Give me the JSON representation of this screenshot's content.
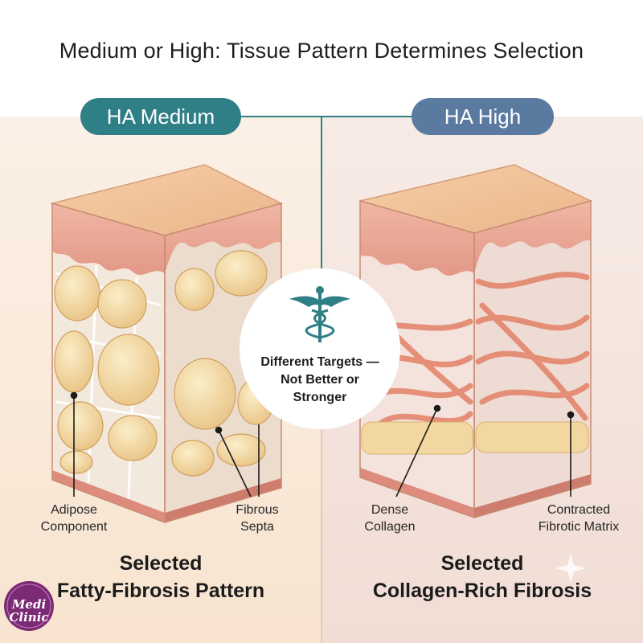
{
  "title": "Medium or High: Tissue Pattern Determines Selection",
  "left": {
    "pill": "HA Medium",
    "label_left": "Adipose\nComponent",
    "label_right": "Fibrous\nSepta",
    "bottom_line1": "Selected",
    "bottom_line2": "Fatty-Fibrosis Pattern"
  },
  "right": {
    "pill": "HA High",
    "label_left": "Dense\nCollagen",
    "label_right": "Contracted\nFibrotic Matrix",
    "bottom_line1": "Selected",
    "bottom_line2": "Collagen-Rich Fibrosis"
  },
  "center": {
    "icon": "caduceus-icon",
    "line1": "Different Targets —",
    "line2": "Not Better or",
    "line3": "Stronger"
  },
  "logo": {
    "line1": "Medi",
    "line2": "Clinic"
  },
  "colors": {
    "teal": "#2f7f87",
    "blue": "#5b7aa0",
    "skin": "#f1c6a0",
    "fat": "#f2d9a6",
    "collagen": "#e8907a"
  }
}
